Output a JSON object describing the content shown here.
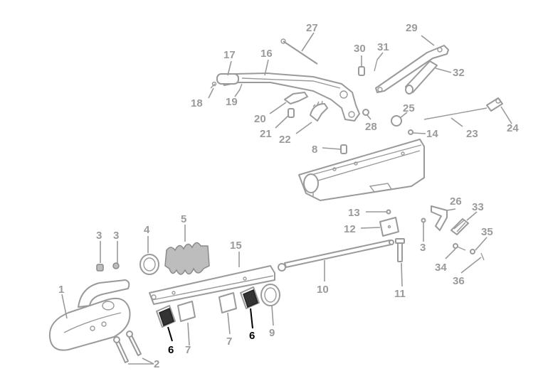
{
  "diagram": {
    "labels": [
      {
        "id": "1",
        "text": "1",
        "highlight": false
      },
      {
        "id": "2",
        "text": "2",
        "highlight": false
      },
      {
        "id": "3a",
        "text": "3",
        "highlight": false
      },
      {
        "id": "3b",
        "text": "3",
        "highlight": false
      },
      {
        "id": "3c",
        "text": "3",
        "highlight": false
      },
      {
        "id": "4",
        "text": "4",
        "highlight": false
      },
      {
        "id": "5",
        "text": "5",
        "highlight": false
      },
      {
        "id": "6a",
        "text": "6",
        "highlight": true
      },
      {
        "id": "6b",
        "text": "6",
        "highlight": true
      },
      {
        "id": "7a",
        "text": "7",
        "highlight": false
      },
      {
        "id": "7b",
        "text": "7",
        "highlight": false
      },
      {
        "id": "8",
        "text": "8",
        "highlight": false
      },
      {
        "id": "9",
        "text": "9",
        "highlight": false
      },
      {
        "id": "10",
        "text": "10",
        "highlight": false
      },
      {
        "id": "11",
        "text": "11",
        "highlight": false
      },
      {
        "id": "12",
        "text": "12",
        "highlight": false
      },
      {
        "id": "13",
        "text": "13",
        "highlight": false
      },
      {
        "id": "14",
        "text": "14",
        "highlight": false
      },
      {
        "id": "15",
        "text": "15",
        "highlight": false
      },
      {
        "id": "16",
        "text": "16",
        "highlight": false
      },
      {
        "id": "17",
        "text": "17",
        "highlight": false
      },
      {
        "id": "18",
        "text": "18",
        "highlight": false
      },
      {
        "id": "19",
        "text": "19",
        "highlight": false
      },
      {
        "id": "20",
        "text": "20",
        "highlight": false
      },
      {
        "id": "21",
        "text": "21",
        "highlight": false
      },
      {
        "id": "22",
        "text": "22",
        "highlight": false
      },
      {
        "id": "23",
        "text": "23",
        "highlight": false
      },
      {
        "id": "24",
        "text": "24",
        "highlight": false
      },
      {
        "id": "25",
        "text": "25",
        "highlight": false
      },
      {
        "id": "26",
        "text": "26",
        "highlight": false
      },
      {
        "id": "27",
        "text": "27",
        "highlight": false
      },
      {
        "id": "28",
        "text": "28",
        "highlight": false
      },
      {
        "id": "29",
        "text": "29",
        "highlight": false
      },
      {
        "id": "30",
        "text": "30",
        "highlight": false
      },
      {
        "id": "31",
        "text": "31",
        "highlight": false
      },
      {
        "id": "32",
        "text": "32",
        "highlight": false
      },
      {
        "id": "33",
        "text": "33",
        "highlight": false
      },
      {
        "id": "34",
        "text": "34",
        "highlight": false
      },
      {
        "id": "35",
        "text": "35",
        "highlight": false
      },
      {
        "id": "36",
        "text": "36",
        "highlight": false
      }
    ],
    "colors": {
      "line": "#9a9a9a",
      "highlight": "#000000",
      "background": "#ffffff"
    }
  }
}
